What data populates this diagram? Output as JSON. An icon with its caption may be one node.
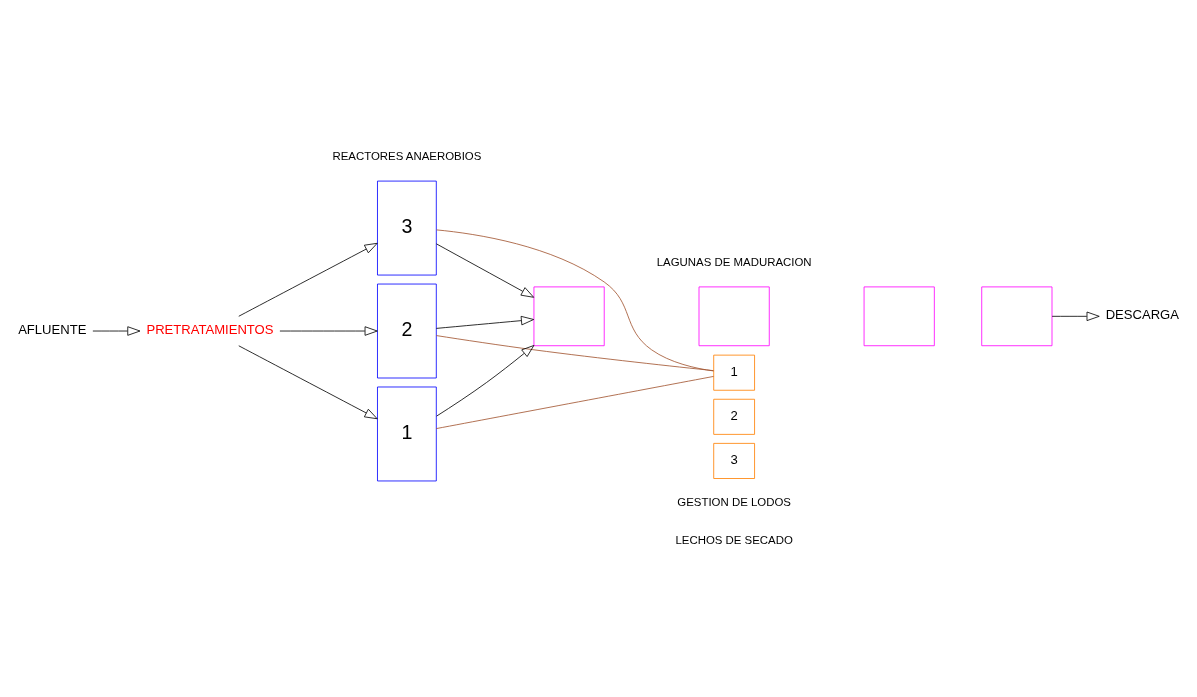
{
  "diagram": {
    "nodes": [
      {
        "text": [
          "AFLUENTE"
        ]
      },
      {
        "text": [
          "PRETRATAMIENTOS"
        ]
      },
      {
        "text": [
          "3"
        ]
      },
      {
        "text": [
          "2"
        ]
      },
      {
        "text": [
          "1"
        ]
      },
      {
        "text": [],
        "shape": "box"
      },
      {
        "text": [],
        "shape": "box"
      },
      {
        "text": [],
        "shape": "box"
      },
      {
        "text": [],
        "shape": "box"
      },
      {
        "text": [
          "DESCARGA"
        ]
      },
      {
        "text": [
          "1"
        ]
      },
      {
        "text": [
          "2"
        ]
      },
      {
        "text": [
          "3"
        ]
      }
    ],
    "edges": [
      {
        "from": 0,
        "to": 1,
        "arrow": "to"
      },
      {
        "from": 1,
        "to": 2,
        "arrow": "to"
      },
      {
        "from": 1,
        "to": 3,
        "arrow": "to"
      },
      {
        "from": 1,
        "to": 4,
        "arrow": "to"
      },
      {
        "from": 2,
        "to": 5,
        "arrow": "to"
      },
      {
        "from": 3,
        "to": 5,
        "arrow": "to"
      },
      {
        "from": 4,
        "to": 5,
        "arrow": "to"
      },
      {
        "from": 8,
        "to": 9,
        "arrow": "to"
      },
      {
        "from": 2,
        "to": 10,
        "arrow": "none",
        "color": "#a0522d"
      },
      {
        "from": 3,
        "to": 10,
        "arrow": "none",
        "color": "#a0522d"
      },
      {
        "from": 4,
        "to": 10,
        "arrow": "none",
        "color": "#a0522d"
      }
    ],
    "labels": [
      "REACTORES ANAEROBIOS",
      "LAGUNAS DE MADURACION",
      "GESTION DE LODOS",
      "LECHOS DE SECADO"
    ]
  }
}
